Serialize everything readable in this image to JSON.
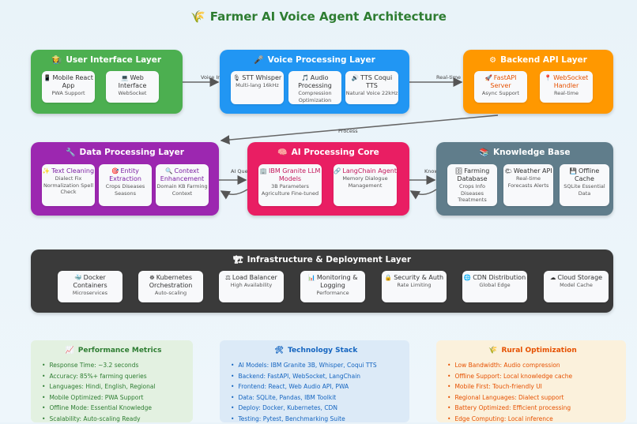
{
  "title": "Farmer AI Voice Agent Architecture",
  "title_icon": "🌾",
  "layers": {
    "ui": {
      "title": "User Interface Layer",
      "icon": "👩‍🌾",
      "color": "#4caf50",
      "cards": [
        {
          "icon": "📱",
          "name": "Mobile React App",
          "sub": "PWA Support"
        },
        {
          "icon": "💻",
          "name": "Web Interface",
          "sub": "WebSocket"
        }
      ]
    },
    "voice": {
      "title": "Voice Processing Layer",
      "icon": "🎤",
      "color": "#2196f3",
      "cards": [
        {
          "icon": "🎙",
          "name": "STT Whisper",
          "sub": "Multi-lang 16kHz"
        },
        {
          "icon": "🎵",
          "name": "Audio Processing",
          "sub": "Compression Optimization"
        },
        {
          "icon": "🔊",
          "name": "TTS Coqui TTS",
          "sub": "Natural Voice 22kHz"
        }
      ]
    },
    "backend": {
      "title": "Backend API Layer",
      "icon": "⚙",
      "color": "#ff9800",
      "cards": [
        {
          "icon": "🚀",
          "name": "FastAPI Server",
          "sub": "Async Support"
        },
        {
          "icon": "📍",
          "name": "WebSocket Handler",
          "sub": "Real-time"
        }
      ]
    },
    "data": {
      "title": "Data Processing Layer",
      "icon": "🔧",
      "color": "#9c27b0",
      "cards": [
        {
          "icon": "✨",
          "name": "Text Cleaning",
          "sub": "Dialect Fix Normalization Spell Check"
        },
        {
          "icon": "🎯",
          "name": "Entity Extraction",
          "sub": "Crops Diseases Seasons"
        },
        {
          "icon": "🔍",
          "name": "Context Enhancement",
          "sub": "Domain KB Farming Context"
        }
      ]
    },
    "ai": {
      "title": "AI Processing Core",
      "icon": "🧠",
      "color": "#e91e63",
      "cards": [
        {
          "icon": "🏢",
          "name": "IBM Granite LLM Models",
          "sub": "3B Parameters Agriculture Fine-tuned"
        },
        {
          "icon": "🔗",
          "name": "LangChain Agent",
          "sub": "Memory Dialogue Management"
        }
      ]
    },
    "kb": {
      "title": "Knowledge Base",
      "icon": "📚",
      "color": "#607d8b",
      "cards": [
        {
          "icon": "🗄",
          "name": "Farming Database",
          "sub": "Crops Info Diseases Treatments"
        },
        {
          "icon": "🌤",
          "name": "Weather API",
          "sub": "Real-time Forecasts Alerts"
        },
        {
          "icon": "💾",
          "name": "Offline Cache",
          "sub": "SQLite Essential Data"
        }
      ]
    },
    "infra": {
      "title": "Infrastructure & Deployment Layer",
      "icon": "🏗",
      "color": "#3a3a3a",
      "cards": [
        {
          "icon": "🐳",
          "name": "Docker Containers",
          "sub": "Microservices"
        },
        {
          "icon": "☸",
          "name": "Kubernetes Orchestration",
          "sub": "Auto-scaling"
        },
        {
          "icon": "⚖",
          "name": "Load Balancer",
          "sub": "High Availability"
        },
        {
          "icon": "📊",
          "name": "Monitoring & Logging",
          "sub": "Performance"
        },
        {
          "icon": "🔒",
          "name": "Security & Auth",
          "sub": "Rate Limiting"
        },
        {
          "icon": "🌐",
          "name": "CDN Distribution",
          "sub": "Global Edge"
        },
        {
          "icon": "☁",
          "name": "Cloud Storage",
          "sub": "Model Cache"
        }
      ]
    }
  },
  "connectors": {
    "voice_input": "Voice Input",
    "realtime": "Real-time",
    "process": "Process",
    "ai_query": "AI Query",
    "knowledge": "Knowledge"
  },
  "panels": {
    "performance": {
      "title": "Performance Metrics",
      "icon": "📈",
      "color": "#2e7d32",
      "items": [
        "Response Time: ~3.2 seconds",
        "Accuracy: 85%+ farming queries",
        "Languages: Hindi, English, Regional",
        "Mobile Optimized: PWA Support",
        "Offline Mode: Essential Knowledge",
        "Scalability: Auto-scaling Ready"
      ]
    },
    "tech": {
      "title": "Technology Stack",
      "icon": "🛠",
      "color": "#1565c0",
      "items": [
        "AI Models: IBM Granite 3B, Whisper, Coqui TTS",
        "Backend: FastAPI, WebSocket, LangChain",
        "Frontend: React, Web Audio API, PWA",
        "Data: SQLite, Pandas, IBM Toolkit",
        "Deploy: Docker, Kubernetes, CDN",
        "Testing: Pytest, Benchmarking Suite"
      ]
    },
    "rural": {
      "title": "Rural Optimization",
      "icon": "🌾",
      "color": "#e65100",
      "items": [
        "Low Bandwidth: Audio compression",
        "Offline Support: Local knowledge cache",
        "Mobile First: Touch-friendly UI",
        "Regional Languages: Dialect support",
        "Battery Optimized: Efficient processing",
        "Edge Computing: Local inference"
      ]
    }
  }
}
